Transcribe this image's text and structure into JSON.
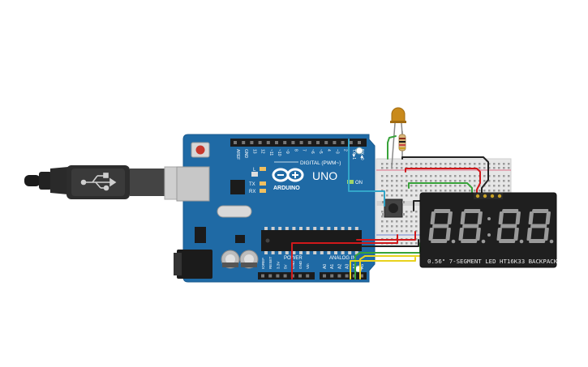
{
  "arduino": {
    "brand": "ARDUINO",
    "model": "UNO",
    "digital_label": "DIGITAL (PWM~)",
    "analog_label": "ANALOG IN",
    "power_label": "POWER",
    "on_label": "ON",
    "tx_label": "TX",
    "rx_label": "RX",
    "l_label": "L",
    "digital_pins": [
      "AREF",
      "GND",
      "13",
      "12",
      "~11",
      "~10",
      "~9",
      "8",
      "7",
      "~6",
      "~5",
      "4",
      "~3",
      "2",
      "TX▶1",
      "RX◀0"
    ],
    "power_pins": [
      "IOREF",
      "RESET",
      "3.3V",
      "5V",
      "GND",
      "GND",
      "Vin"
    ],
    "analog_pins": [
      "A0",
      "A1",
      "A2",
      "A3",
      "A4",
      "A5"
    ],
    "board_color": "#1f6aa5"
  },
  "display": {
    "digits": [
      "8",
      "8",
      "8",
      "8"
    ],
    "label": "0.56\" 7-SEGMENT LED HT16K33 BACKPACK"
  },
  "colors": {
    "wire_black": "#222222",
    "wire_red": "#d0191b",
    "wire_green": "#38a33a",
    "wire_yellow": "#e8d21d",
    "wire_cyan": "#33a6c9",
    "led": "#c98a1c"
  }
}
